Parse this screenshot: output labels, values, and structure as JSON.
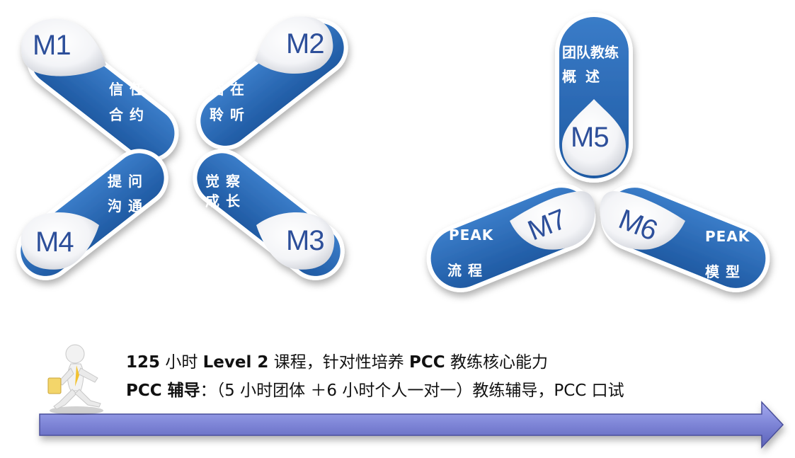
{
  "modules": [
    {
      "id": "m1",
      "badge": "M1",
      "line1": "信 任",
      "line2": "合 约"
    },
    {
      "id": "m2",
      "badge": "M2",
      "line1": "临 在",
      "line2": "聆 听"
    },
    {
      "id": "m3",
      "badge": "M3",
      "line1": "觉 察",
      "line2": "成 长"
    },
    {
      "id": "m4",
      "badge": "M4",
      "line1": "提 问",
      "line2": "沟 通"
    },
    {
      "id": "m5",
      "badge": "M5",
      "line1": "团队教练",
      "line2": "概  述"
    },
    {
      "id": "m6",
      "badge": "M6",
      "line1": "PEAK",
      "line2": "模 型"
    },
    {
      "id": "m7",
      "badge": "M7",
      "line1": "PEAK",
      "line2": "流 程"
    }
  ],
  "caption": {
    "line1": {
      "num": "125",
      "t1": " 小时 ",
      "level": "Level 2",
      "t2": " 课程，针对性培养 ",
      "pcc": "PCC",
      "t3": " 教练核心能力"
    },
    "line2": {
      "bold": "PCC 辅导",
      "rest": "：（5 小时团体 ＋6 小时个人一对一）教练辅导，PCC 口试"
    }
  },
  "colors": {
    "pill": "#2e6cb8",
    "pill_dark": "#1f4f90",
    "badge_text": "#2d4f9a",
    "arrow": "#7f86d6"
  },
  "icons": {
    "runner": "running-person-icon",
    "arrow": "progress-arrow"
  }
}
